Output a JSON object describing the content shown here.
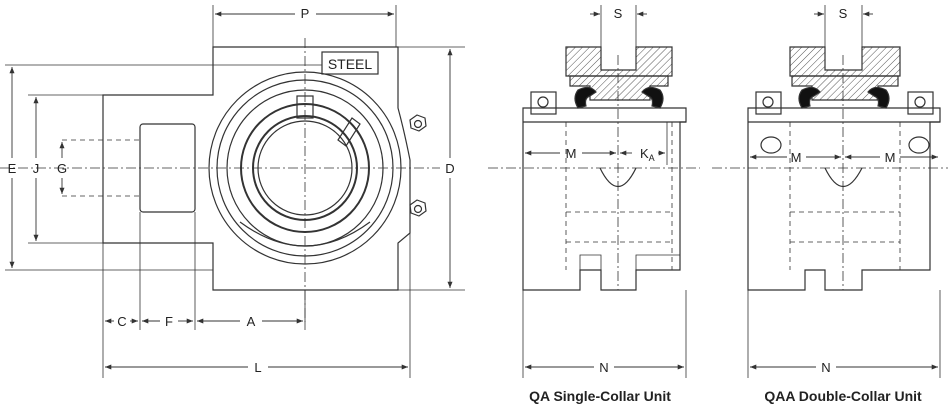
{
  "badge": "STEEL",
  "dimensions": {
    "P": "P",
    "S": "S",
    "E": "E",
    "J": "J",
    "G": "G",
    "D": "D",
    "C": "C",
    "F": "F",
    "A": "A",
    "L": "L",
    "M": "M",
    "K": "K",
    "K_sub": "A",
    "N": "N"
  },
  "captions": {
    "single": "QA Single-Collar Unit",
    "double": "QAA Double-Collar Unit"
  },
  "colors": {
    "line": "#333333",
    "body": "#ffffff",
    "hatch": "#555555",
    "seal": "#111111"
  }
}
